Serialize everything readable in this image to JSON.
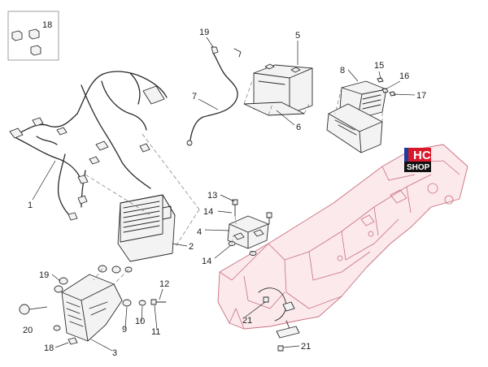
{
  "callouts": [
    {
      "id": "c1",
      "text": "1"
    },
    {
      "id": "c2",
      "text": "2"
    },
    {
      "id": "c3",
      "text": "3"
    },
    {
      "id": "c4",
      "text": "4"
    },
    {
      "id": "c5",
      "text": "5"
    },
    {
      "id": "c6",
      "text": "6"
    },
    {
      "id": "c7",
      "text": "7"
    },
    {
      "id": "c8",
      "text": "8"
    },
    {
      "id": "c9",
      "text": "9"
    },
    {
      "id": "c10",
      "text": "10"
    },
    {
      "id": "c11",
      "text": "11"
    },
    {
      "id": "c12",
      "text": "12"
    },
    {
      "id": "c13",
      "text": "13"
    },
    {
      "id": "c14a",
      "text": "14"
    },
    {
      "id": "c14b",
      "text": "14"
    },
    {
      "id": "c15",
      "text": "15"
    },
    {
      "id": "c16",
      "text": "16"
    },
    {
      "id": "c17",
      "text": "17"
    },
    {
      "id": "c18a",
      "text": "18"
    },
    {
      "id": "c18b",
      "text": "18"
    },
    {
      "id": "c19a",
      "text": "19"
    },
    {
      "id": "c19b",
      "text": "19"
    },
    {
      "id": "c20",
      "text": "20"
    },
    {
      "id": "c21a",
      "text": "21"
    },
    {
      "id": "c21b",
      "text": "21"
    }
  ],
  "logo": {
    "line1": "HC",
    "line2": "SHOP",
    "colors": {
      "blue": "#1d3f9a",
      "red": "#d8172a",
      "black": "#111111"
    }
  },
  "colors": {
    "frame_fill": "#fbe9ec",
    "frame_stroke": "#c9707f",
    "line": "#2a2a2a"
  }
}
